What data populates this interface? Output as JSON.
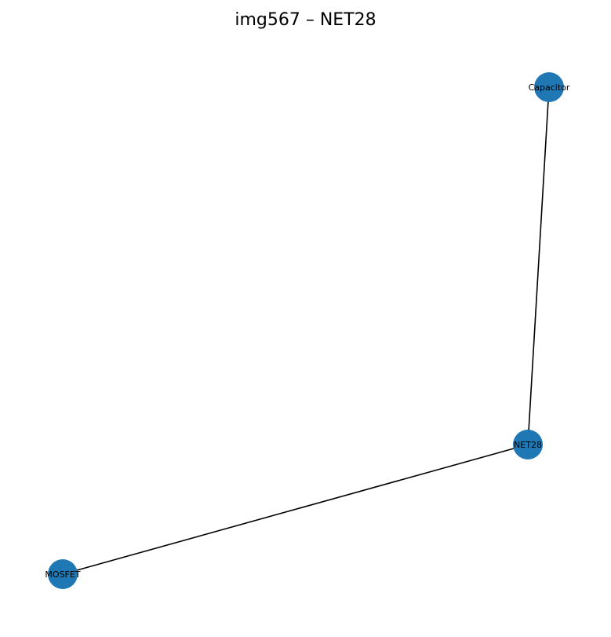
{
  "title": "img567 – NET28",
  "style": {
    "node_color": "#1f77b4",
    "edge_color": "#000000",
    "background": "#ffffff"
  },
  "nodes": [
    {
      "id": "capacitor",
      "label": "Capacitor"
    },
    {
      "id": "net28",
      "label": "NET28"
    },
    {
      "id": "mosfet",
      "label": "MOSFET"
    }
  ],
  "edges": [
    {
      "from": "capacitor",
      "to": "net28"
    },
    {
      "from": "net28",
      "to": "mosfet"
    }
  ]
}
